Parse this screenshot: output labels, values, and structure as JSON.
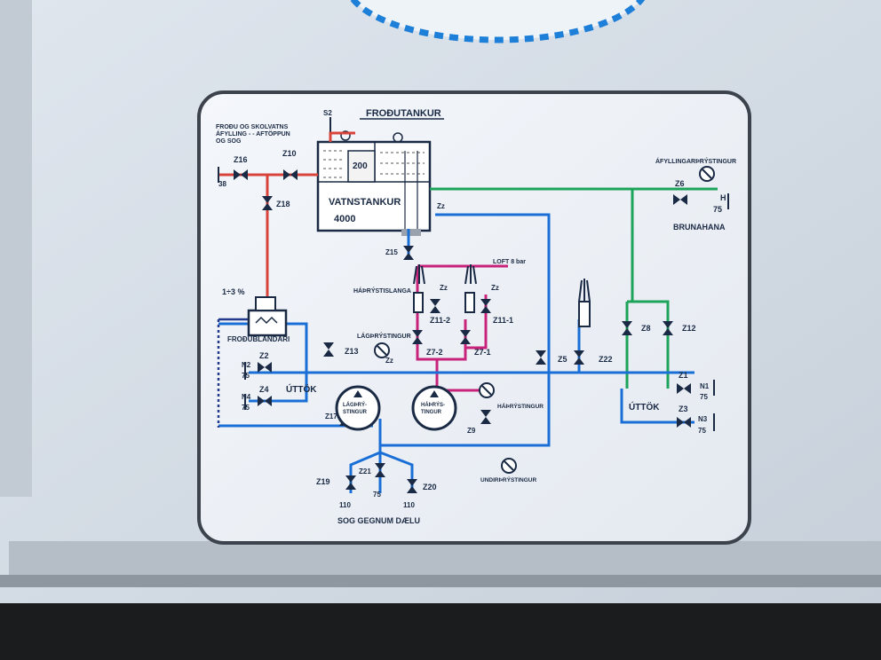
{
  "header": {
    "top_left": "FROÐU OG SKOLVATNS",
    "line2": "ÁFYLLING - - AFTÖPPUN",
    "line3": "OG SOG"
  },
  "tanks": {
    "foam_title": "FROÐUTANKUR",
    "foam_volume": "200",
    "water_title": "VATNSTANKUR",
    "water_volume": "4000",
    "s2": "S2"
  },
  "valves": {
    "z16": "Z16",
    "z10": "Z10",
    "z18": "Z18",
    "z6": "Z6",
    "z15": "Z15",
    "z11_2": "Z11-2",
    "z11_1": "Z11-1",
    "z7_2": "Z7-2",
    "z7_1": "Z7-1",
    "z5": "Z5",
    "z22": "Z22",
    "z8": "Z8",
    "z12": "Z12",
    "z13": "Z13",
    "z2": "Z2",
    "z4": "Z4",
    "z1": "Z1",
    "z3": "Z3",
    "z17": "Z17",
    "z9": "Z9",
    "z19": "Z19",
    "z21": "Z21",
    "z20": "Z20",
    "zz": "Zz"
  },
  "ports": {
    "p38": "38",
    "h": "H",
    "p75": "75",
    "n1": "N1",
    "n2": "N2",
    "n3": "N3",
    "n4": "N4",
    "p110": "110"
  },
  "labels": {
    "afyllingarthrystingur": "ÁFYLLINGARÞRÝSTINGUR",
    "brunahana": "BRUNAHANA",
    "loft": "LOFT 8 bar",
    "hathrystislanga": "HÁÞRÝSTISLANGA",
    "percent": "1÷3 %",
    "frodublandari": "FROÐUBLANDARI",
    "lagthrystingur": "LÁGÞRÝSTINGUR",
    "uttok": "ÚTTÖK",
    "lagthry_pump_1": "LÁGÞRÝ-",
    "lagthry_pump_2": "STINGUR",
    "hathry_pump_1": "HÁÞRÝS-",
    "hathry_pump_2": "TINGUR",
    "hathrystingur": "HÁÞRÝSTINGUR",
    "undirthrystingur": "UNDIRÞRÝSTINGUR",
    "sog_gegnum_daelu": "SOG GEGNUM DÆLU"
  },
  "colors": {
    "red": "#d8443a",
    "blue": "#1a6fd6",
    "green": "#1da35a",
    "magenta": "#c8237a",
    "dark_blue": "#243a8c"
  }
}
